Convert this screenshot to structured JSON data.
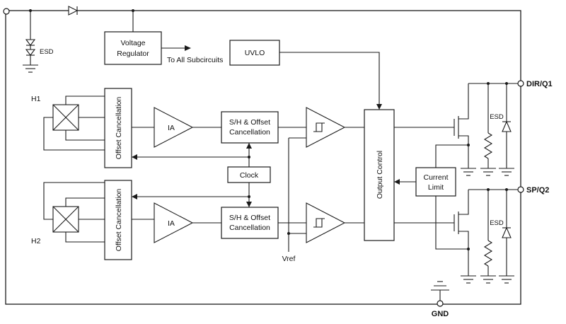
{
  "colors": {
    "line": "#1a1a1a",
    "background": "#ffffff"
  },
  "blocks": {
    "voltage_regulator": {
      "line1": "Voltage",
      "line2": "Regulator"
    },
    "uvlo": {
      "label": "UVLO"
    },
    "offset_cancellation": {
      "label": "Offset Cancellation"
    },
    "ia": {
      "label": "IA"
    },
    "sh_offset": {
      "line1": "S/H & Offset",
      "line2": "Cancellation"
    },
    "clock": {
      "label": "Clock"
    },
    "output_control": {
      "label": "Output Control"
    },
    "current_limit": {
      "line1": "Current",
      "line2": "Limit"
    }
  },
  "labels": {
    "esd": "ESD",
    "to_all_subcircuits": "To All Subcircuits",
    "h1": "H1",
    "h2": "H2",
    "vref": "Vref"
  },
  "pins": {
    "dir_q1": "DIR/Q1",
    "sp_q2": "SP/Q2",
    "gnd": "GND"
  }
}
